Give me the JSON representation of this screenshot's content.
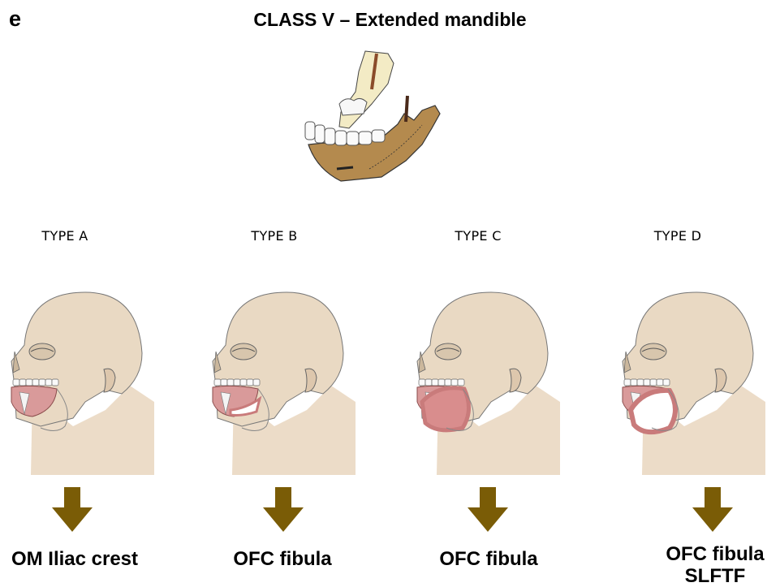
{
  "panel_letter": "e",
  "title": "CLASS V – Extended mandible",
  "types": [
    {
      "label": "TYPE A",
      "defect": "A",
      "result_lines": [
        "OM Iliac crest"
      ]
    },
    {
      "label": "TYPE B",
      "defect": "B",
      "result_lines": [
        "OFC fibula"
      ]
    },
    {
      "label": "TYPE C",
      "defect": "C",
      "result_lines": [
        "OFC fibula"
      ]
    },
    {
      "label": "TYPE D",
      "defect": "D",
      "result_lines": [
        "OFC fibula",
        "SLFTF"
      ]
    }
  ],
  "colors": {
    "bone": "#b48a4e",
    "ramus": "#f3ebc5",
    "skin": "#ecdcc8",
    "skull": "#e9d9c3",
    "flap": "#c97b7b",
    "arrow": "#7a5c06"
  }
}
